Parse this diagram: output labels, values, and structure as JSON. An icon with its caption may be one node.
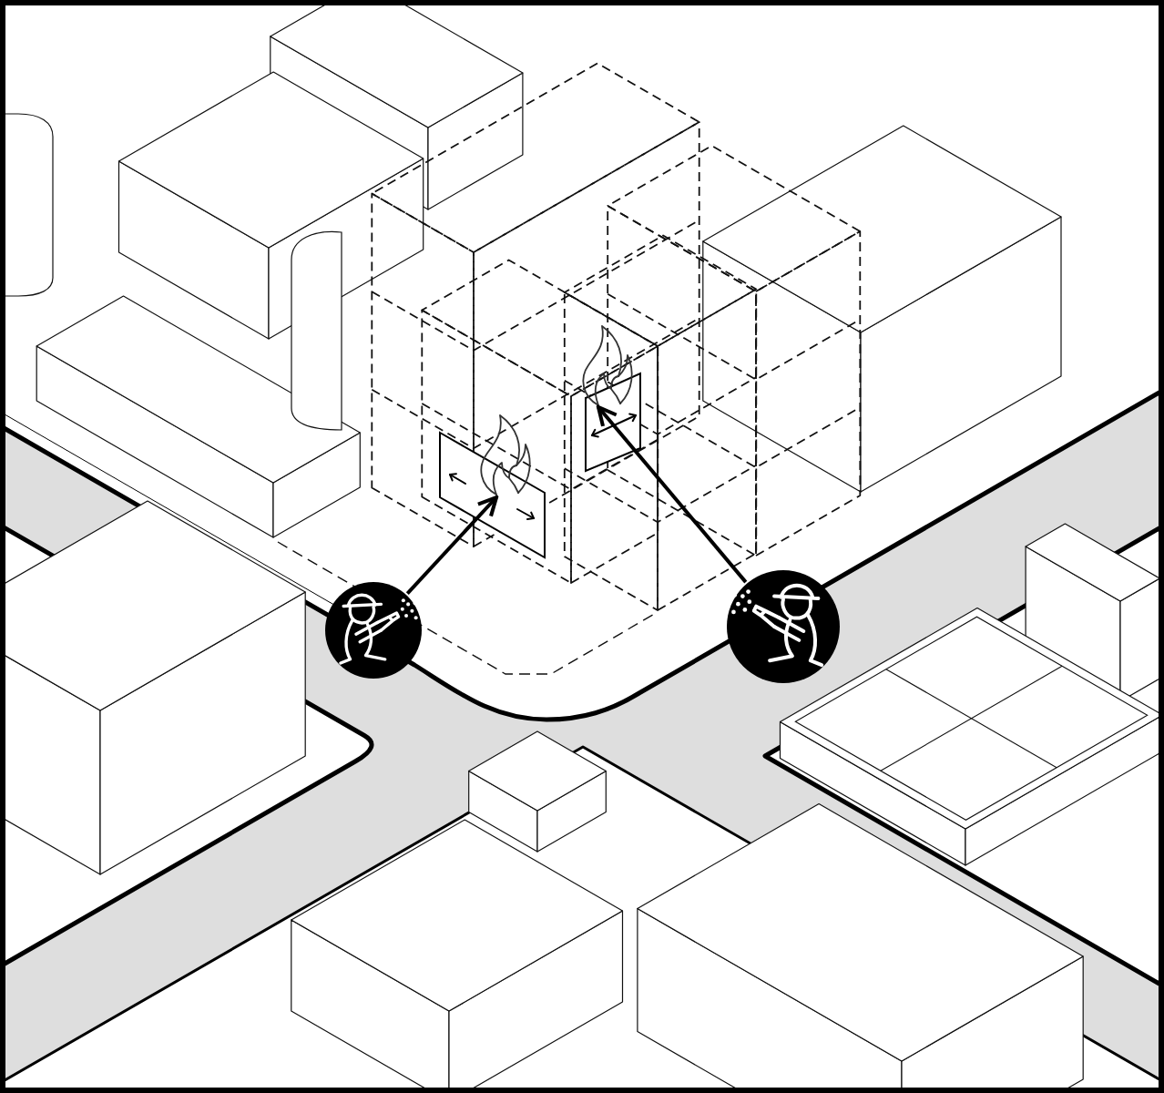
{
  "diagram": {
    "nodes": [
      {
        "text": [],
        "shape": "circle"
      },
      {
        "text": [],
        "shape": "picture"
      },
      {
        "text": [],
        "shape": "picture"
      },
      {
        "text": [],
        "shape": "circle"
      }
    ],
    "edges": [
      {
        "from": 0,
        "to": 1,
        "arrow": "to"
      },
      {
        "from": 3,
        "to": 2,
        "arrow": "to"
      }
    ]
  }
}
